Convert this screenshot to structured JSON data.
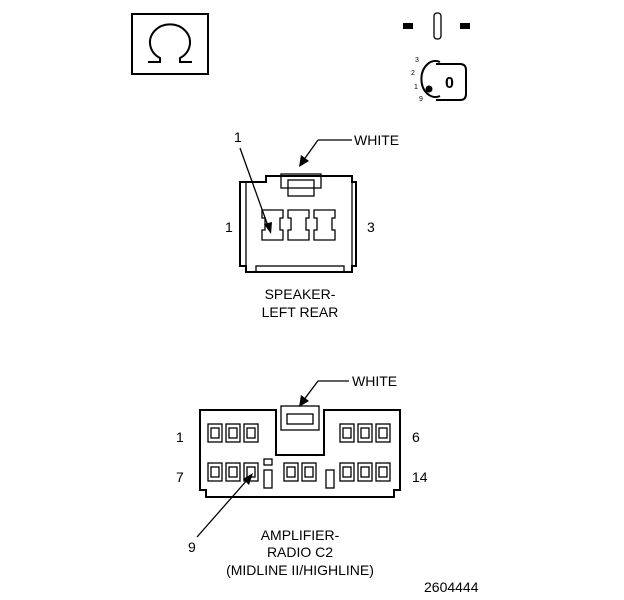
{
  "ignition": {
    "positions": [
      "3",
      "2",
      "1",
      "9"
    ],
    "key_label": "0"
  },
  "connector_top": {
    "color_label": "WHITE",
    "pin_left": "1",
    "pin_right": "3",
    "callout_pin": "1",
    "caption_line1": "SPEAKER-",
    "caption_line2": "LEFT REAR"
  },
  "connector_bottom": {
    "color_label": "WHITE",
    "pin_top_left": "1",
    "pin_top_right": "6",
    "pin_bottom_left": "7",
    "pin_bottom_right": "14",
    "callout_pin": "9",
    "caption_line1": "AMPLIFIER-",
    "caption_line2": "RADIO C2",
    "caption_line3": "(MIDLINE II/HIGHLINE)"
  },
  "figure_number": "2604444"
}
